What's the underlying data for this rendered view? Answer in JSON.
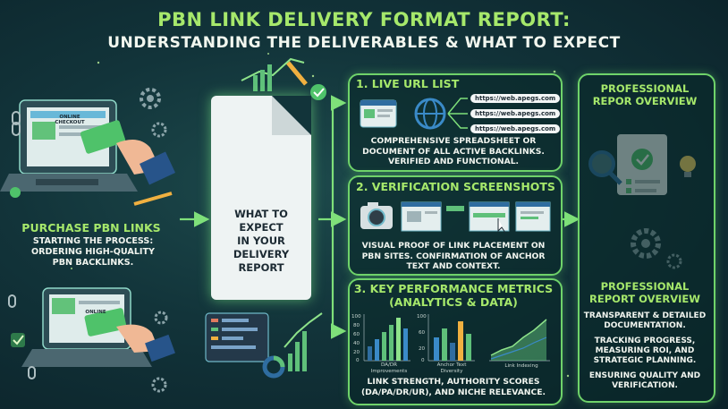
{
  "header": {
    "title": "PBN LINK DELIVERY FORMAT REPORT:",
    "subtitle": "UNDERSTANDING THE DELIVERABLES & WHAT TO EXPECT"
  },
  "purchase": {
    "checkout_text": "ONLINE CHECKOUT",
    "card_text": "ONLINE",
    "title": "PURCHASE PBN LINKS",
    "desc_lines": [
      "STARTING THE PROCESS:",
      "ORDERING HIGH-QUALITY",
      "PBN BACKLINKS."
    ]
  },
  "document": {
    "lines": [
      "WHAT TO",
      "EXPECT",
      "IN YOUR",
      "DELIVERY",
      "REPORT"
    ]
  },
  "section1": {
    "title": "1. LIVE URL LIST",
    "urls": [
      "https://web.apegs.com",
      "https://web.apegs.com",
      "https://web.apegs.com"
    ],
    "desc_lines": [
      "COMPREHENSIVE SPREADSHEET OR",
      "DOCUMENT OF ALL ACTIVE BACKLINKS.",
      "VERIFIED AND FUNCTIONAL."
    ]
  },
  "section2": {
    "title": "2. VERIFICATION SCREENSHOTS",
    "desc_lines": [
      "VISUAL PROOF OF LINK PLACEMENT ON",
      "PBN SITES. CONFIRMATION OF ANCHOR",
      "TEXT AND CONTEXT."
    ]
  },
  "section3": {
    "title_lines": [
      "3. KEY PERFORMANCE METRICS",
      "(ANALYTICS & DATA)"
    ],
    "charts": [
      {
        "label_lines": [
          "DA/DR",
          "Improvements"
        ],
        "ticks": [
          "100",
          "80",
          "60",
          "40",
          "20",
          "0"
        ]
      },
      {
        "label_lines": [
          "Anchor Text",
          "Diversity"
        ],
        "ticks": [
          "100",
          "60",
          "20",
          "0"
        ]
      },
      {
        "label_lines": [
          "Link Indexing"
        ],
        "ticks": []
      }
    ],
    "desc_lines": [
      "LINK STRENGTH, AUTHORITY SCORES",
      "(DA/PA/DR/UR), AND NICHE RELEVANCE."
    ]
  },
  "professional": {
    "title_top_lines": [
      "PROFESSIONAL",
      "REPOR OVERVIEW"
    ],
    "title_bottom_lines": [
      "PROFESSIONAL",
      "REPORT OVERVIEW"
    ],
    "points": [
      [
        "TRANSPARENT & DETAILED",
        "DOCUMENTATION."
      ],
      [
        "TRACKING PROGRESS,",
        "MEASURING ROI, AND",
        "STRATEGIC PLANNING."
      ],
      [
        "ENSURING QUALITY AND",
        "VERIFICATION."
      ]
    ]
  },
  "colors": {
    "accent": "#a6e86b",
    "border": "#6fd36a",
    "background": "#12343a",
    "arrow": "#7fe07a"
  }
}
